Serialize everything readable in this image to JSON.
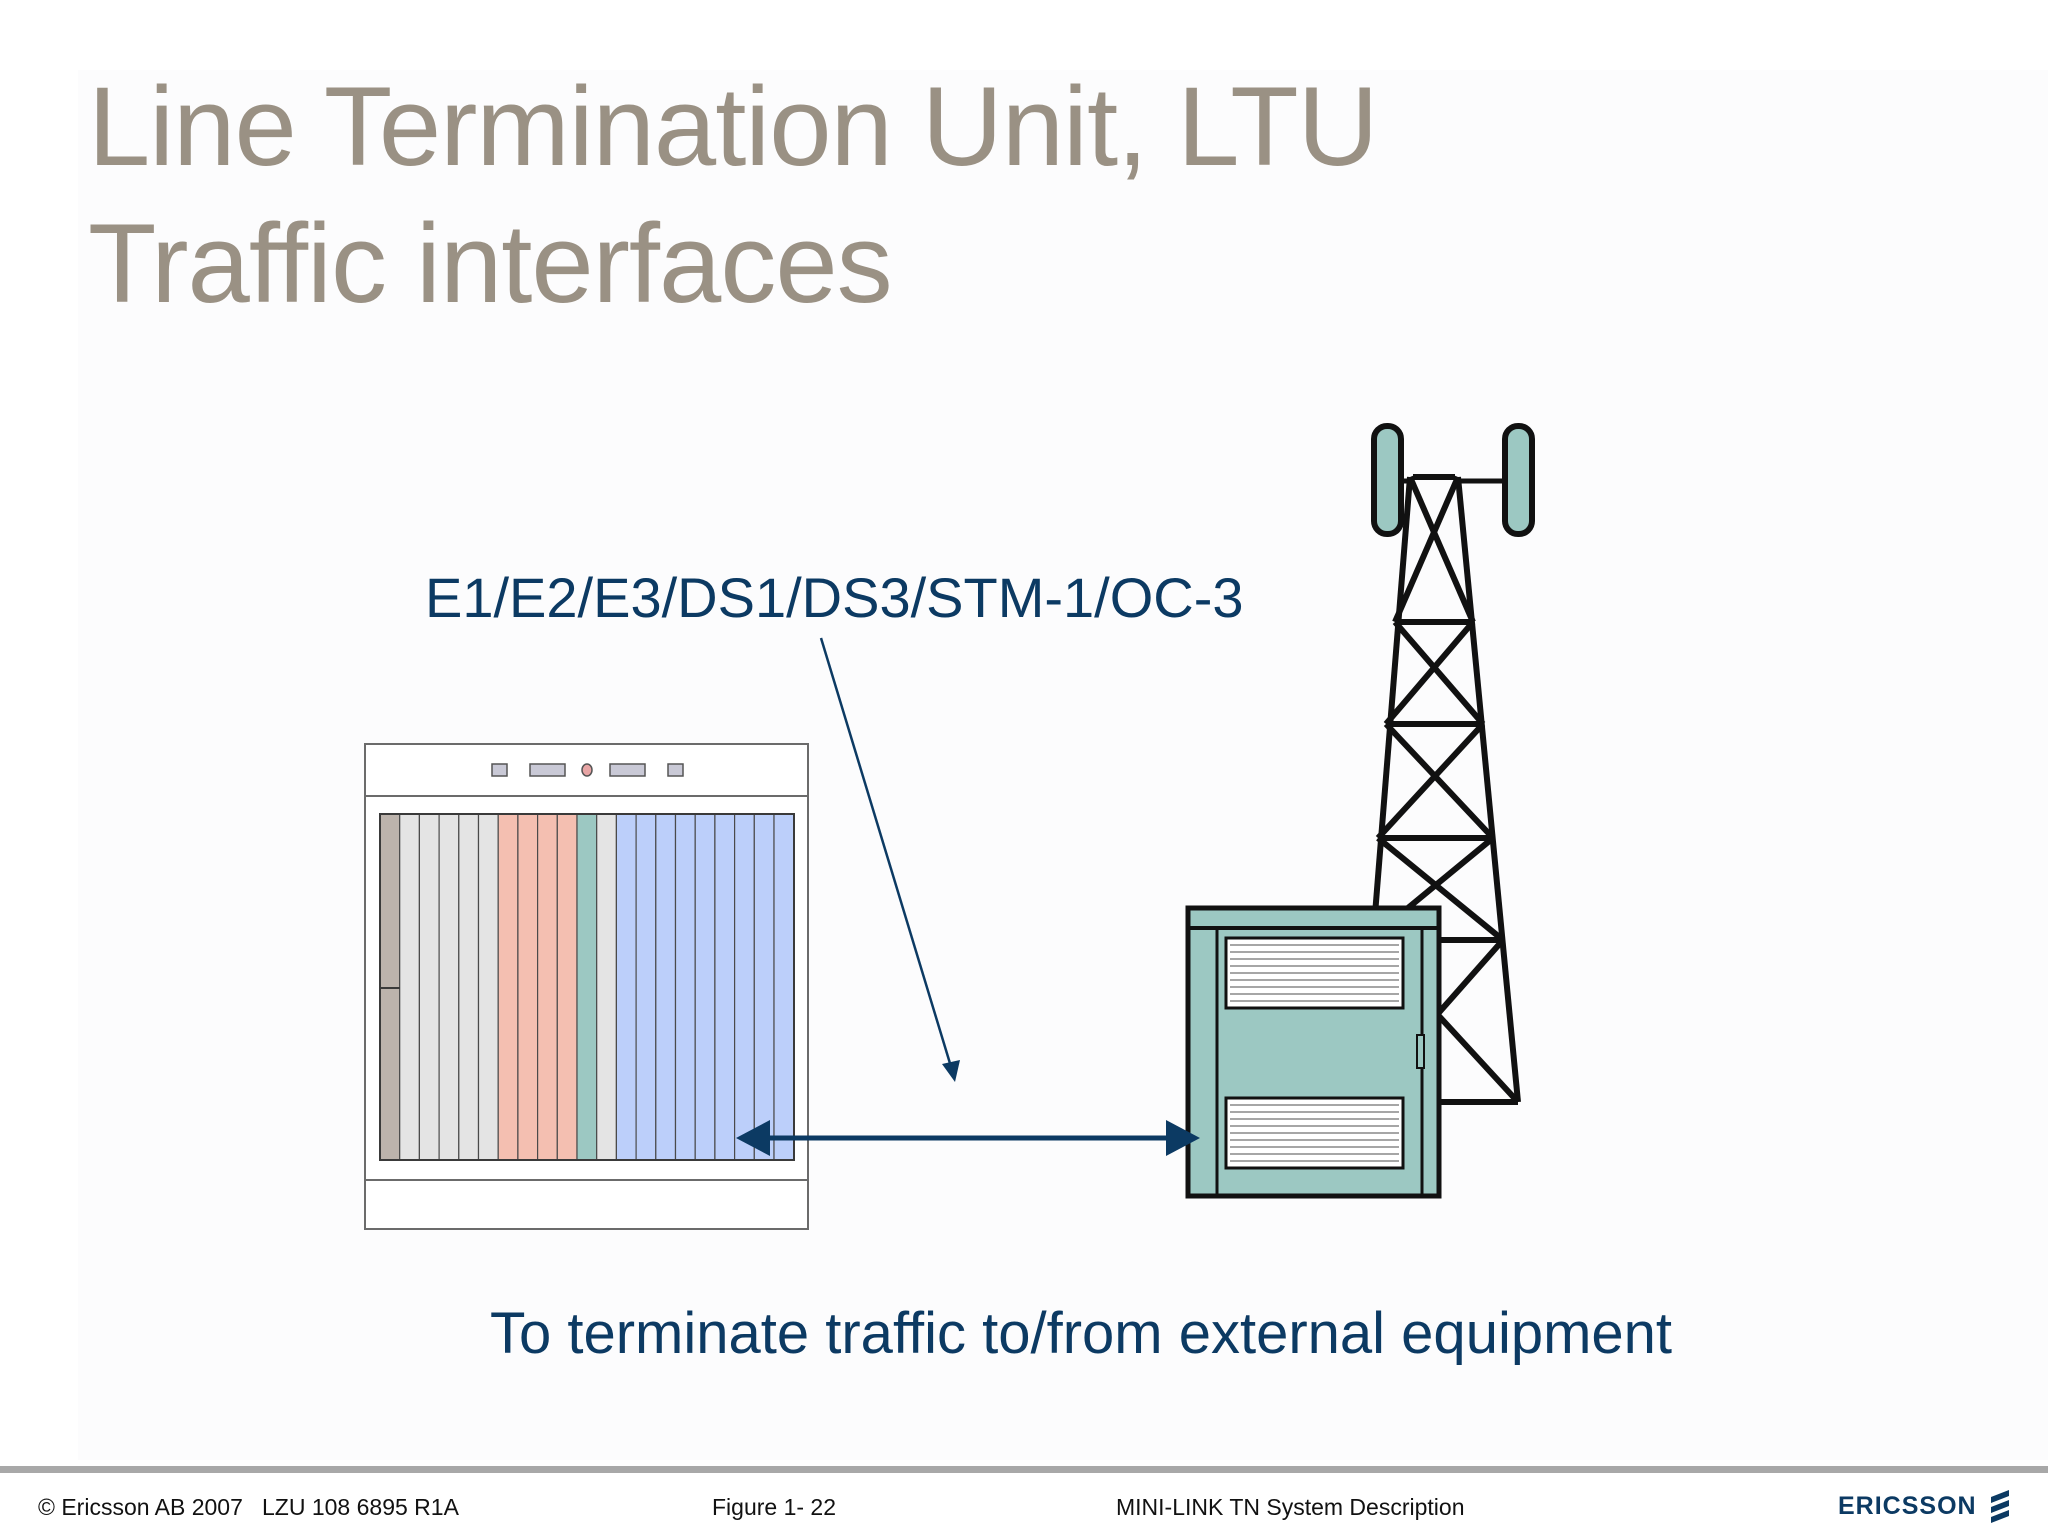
{
  "slide": {
    "title_line1": "Line Termination Unit, LTU",
    "title_line2": "Traffic interfaces",
    "interface_label": "E1/E2/E3/DS1/DS3/STM-1/OC-3",
    "caption": "To terminate traffic to/from external equipment"
  },
  "footer": {
    "copyright": "© Ericsson AB 2007",
    "doc_number": "LZU 108 6895 R1A",
    "figure": "Figure 1-  22",
    "document_title": "MINI-LINK TN System Description",
    "logo_text": "ERICSSON"
  },
  "colors": {
    "title": "#9a9184",
    "text_blue": "#0c3a63",
    "cabinet_teal": "#9cc8c2",
    "slot_red": "#f4bfb1",
    "slot_blue": "#bccffa",
    "slot_grey": "#e4e4e4"
  },
  "icons": [
    "rack-chassis-icon",
    "radio-tower-icon",
    "outdoor-cabinet-icon",
    "double-arrow-icon",
    "ericsson-logo-icon"
  ]
}
